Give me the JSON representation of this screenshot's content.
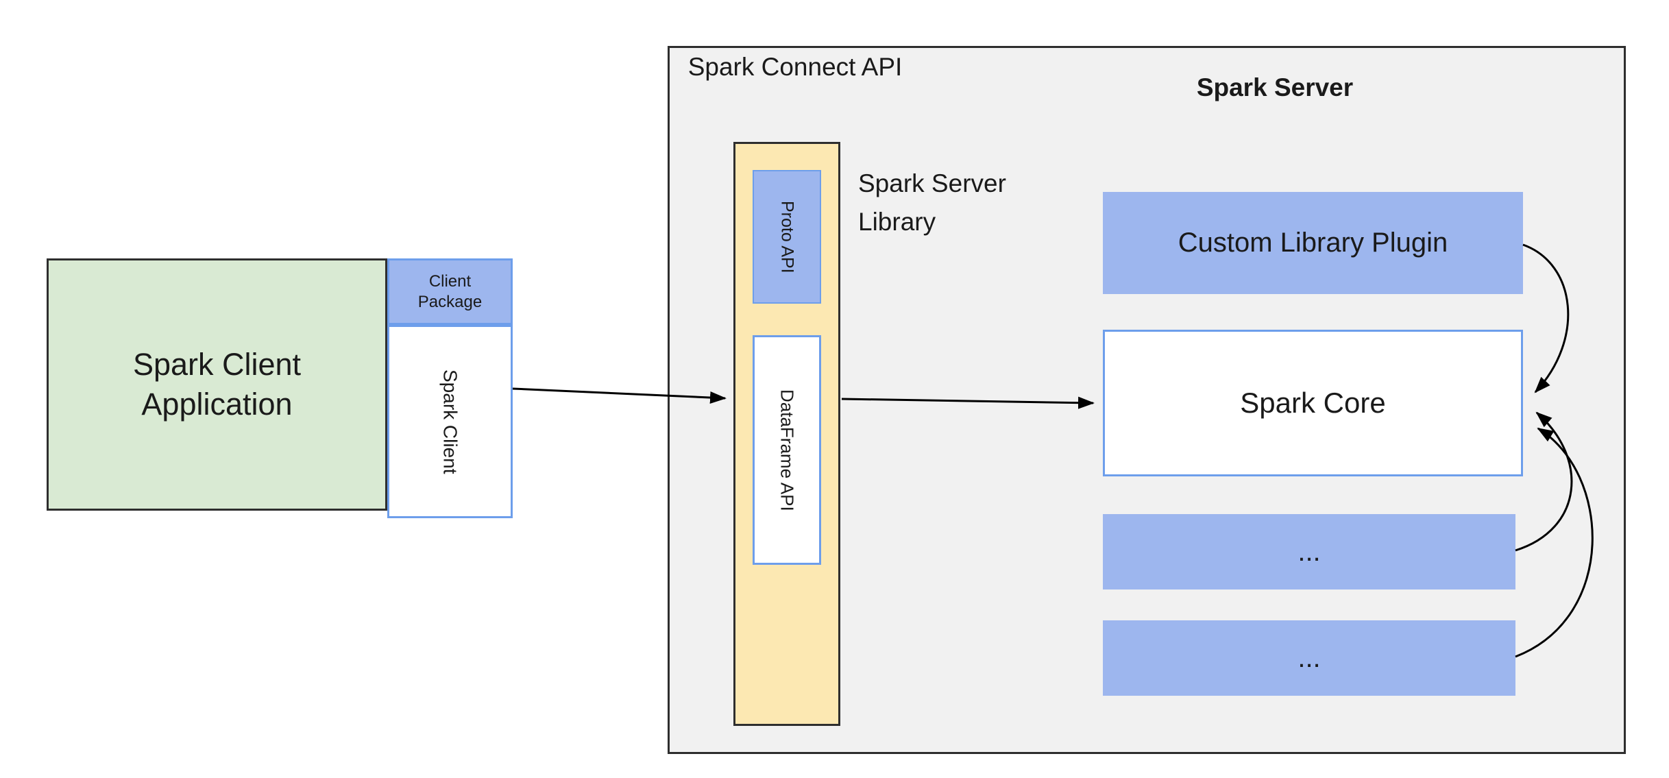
{
  "diagram": {
    "client": {
      "app_label": "Spark Client Application",
      "package_label": "Client Package",
      "client_label": "Spark Client"
    },
    "connect": {
      "api_label": "Spark Connect API",
      "proto_label": "Proto API",
      "dataframe_label": "DataFrame API",
      "library_label": "Spark Server Library"
    },
    "server": {
      "title": "Spark Server",
      "plugin_label": "Custom Library Plugin",
      "core_label": "Spark Core",
      "more_1": "...",
      "more_2": "..."
    },
    "colors": {
      "green": "#d9ead3",
      "blue": "#9db6ee",
      "yellow": "#fce8b2",
      "gray": "#f1f1f1",
      "blue_border": "#6d9eeb",
      "dark_border": "#2e2e2e",
      "arrow": "#000000"
    }
  }
}
